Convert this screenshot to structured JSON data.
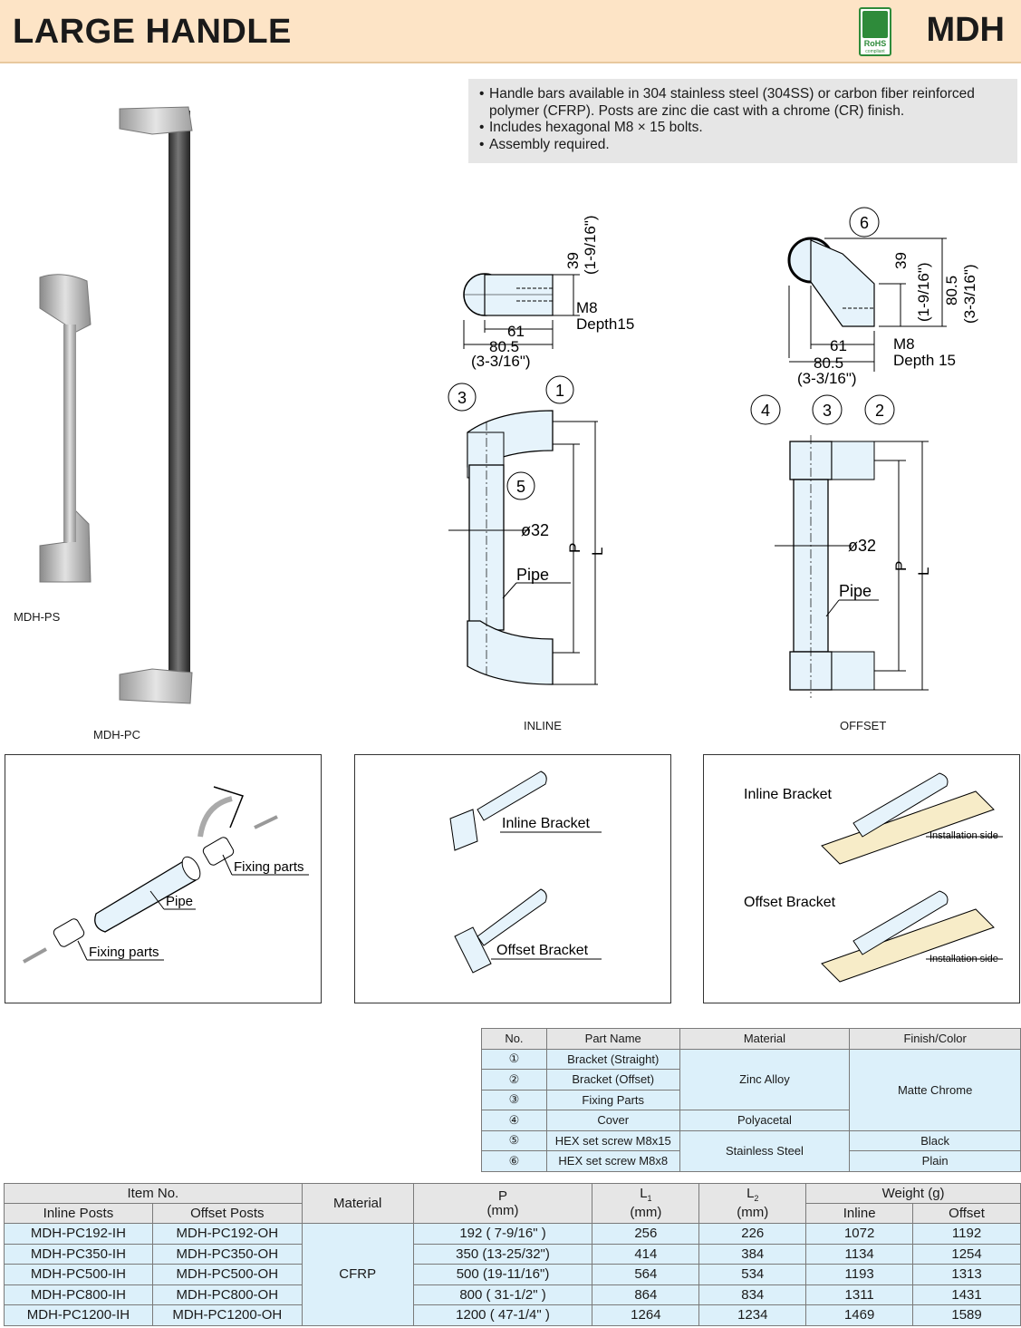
{
  "header": {
    "title": "LARGE HANDLE",
    "code": "MDH",
    "rohs_label": "RoHS",
    "rohs_sub": "compliant"
  },
  "features": [
    "Handle bars available in 304 stainless steel (304SS) or carbon fiber reinforced polymer (CFRP). Posts are zinc die cast with a chrome (CR) finish.",
    "Includes hexagonal M8 × 15 bolts.",
    "Assembly required."
  ],
  "photos": {
    "ps_label": "MDH-PS",
    "pc_label": "MDH-PC"
  },
  "drawings": {
    "inline_label": "INLINE",
    "offset_label": "OFFSET",
    "dims": {
      "d39": "39",
      "d39in": "(1-9/16\")",
      "m8": "M8",
      "depth15": "Depth15",
      "depth15b": "Depth 15",
      "d61": "61",
      "d805": "80.5",
      "d805in": "(3-3/16\")",
      "d32": "ø32",
      "pipe": "Pipe",
      "p": "P",
      "l1": "L",
      "l1sub": "1",
      "l2": "L",
      "l2sub": "2"
    },
    "callouts": [
      "1",
      "2",
      "3",
      "4",
      "5",
      "6"
    ]
  },
  "panels": {
    "fixing_parts": "Fixing parts",
    "pipe": "Pipe",
    "inline_bracket": "Inline Bracket",
    "offset_bracket": "Offset Bracket",
    "installation_side": "Installation side"
  },
  "parts_table": {
    "headers": [
      "No.",
      "Part Name",
      "Material",
      "Finish/Color"
    ],
    "rows": [
      {
        "no": "①",
        "name": "Bracket  (Straight)"
      },
      {
        "no": "②",
        "name": "Bracket (Offset)"
      },
      {
        "no": "③",
        "name": "Fixing Parts"
      },
      {
        "no": "④",
        "name": "Cover"
      },
      {
        "no": "⑤",
        "name": "HEX set screw M8x15"
      },
      {
        "no": "⑥",
        "name": "HEX set screw M8x8"
      }
    ],
    "materials": {
      "zinc": "Zinc Alloy",
      "poly": "Polyacetal",
      "steel": "Stainless Steel"
    },
    "finishes": {
      "matte": "Matte Chrome",
      "black": "Black",
      "plain": "Plain"
    }
  },
  "spec_table": {
    "h_item": "Item No.",
    "h_inline_posts": "Inline Posts",
    "h_offset_posts": "Offset Posts",
    "h_material": "Material",
    "h_p": "P",
    "h_l1": "L",
    "h_l1_sub": "1",
    "h_l2": "L",
    "h_l2_sub": "2",
    "h_mm": "(mm)",
    "h_weight": "Weight (g)",
    "h_w_inline": "Inline",
    "h_w_offset": "Offset",
    "material": "CFRP",
    "rows": [
      {
        "inline": "MDH-PC192-IH",
        "offset": "MDH-PC192-OH",
        "p": "192 ( 7-9/16\" )",
        "l1": "256",
        "l2": "226",
        "wi": "1072",
        "wo": "1192"
      },
      {
        "inline": "MDH-PC350-IH",
        "offset": "MDH-PC350-OH",
        "p": "350 (13-25/32\")",
        "l1": "414",
        "l2": "384",
        "wi": "1134",
        "wo": "1254"
      },
      {
        "inline": "MDH-PC500-IH",
        "offset": "MDH-PC500-OH",
        "p": "500 (19-11/16\")",
        "l1": "564",
        "l2": "534",
        "wi": "1193",
        "wo": "1313"
      },
      {
        "inline": "MDH-PC800-IH",
        "offset": "MDH-PC800-OH",
        "p": "800 ( 31-1/2\" )",
        "l1": "864",
        "l2": "834",
        "wi": "1311",
        "wo": "1431"
      },
      {
        "inline": "MDH-PC1200-IH",
        "offset": "MDH-PC1200-OH",
        "p": "1200 ( 47-1/4\" )",
        "l1": "1264",
        "l2": "1234",
        "wi": "1469",
        "wo": "1589"
      }
    ]
  },
  "colors": {
    "header_bg": "#fde4c6",
    "feature_bg": "#e6e6e6",
    "table_blue": "#dcf0fa",
    "rohs_green": "#2e8b3a"
  }
}
